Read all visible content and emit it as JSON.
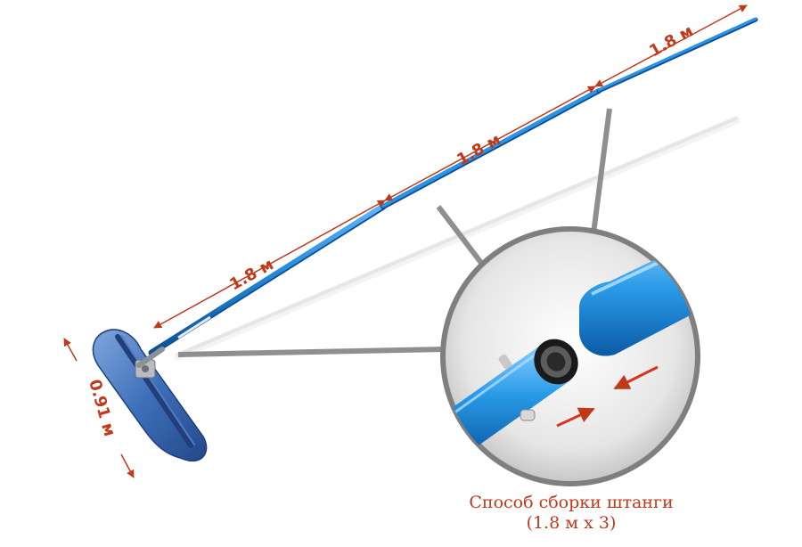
{
  "measurements": {
    "segment_1": "1.8 м",
    "segment_2": "1.8 м",
    "segment_3": "1.8 м",
    "width": "0.91 м"
  },
  "caption": {
    "line_1": "Способ сборки штанги",
    "line_2": "(1.8 м x 3)"
  },
  "colors": {
    "annotation": "#c0391b",
    "pole_blue": "#1f86d6",
    "float_blue": "#3d6fb8"
  }
}
